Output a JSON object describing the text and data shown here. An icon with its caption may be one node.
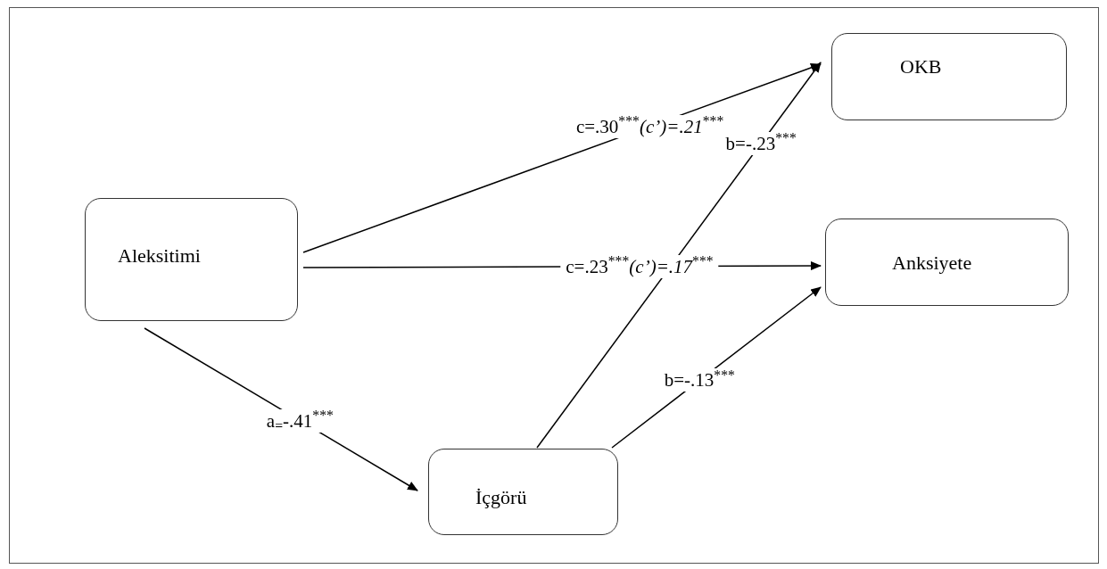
{
  "diagram": {
    "nodes": [
      {
        "text": [
          "OKB"
        ]
      },
      {
        "text": [
          "Aleksitimi"
        ]
      },
      {
        "text": [
          "Anksiyete"
        ]
      },
      {
        "text": [
          "İçgörü"
        ]
      }
    ],
    "edges": [
      {
        "from": 1,
        "to": 0,
        "arrow": "to",
        "label": "c=.30$^{***}$*(c’)=.21*$^{***}$"
      },
      {
        "from": 1,
        "to": 2,
        "arrow": "to",
        "label": "c=.23$^{***}$*(c’)=.17*$^{***}$"
      },
      {
        "from": 1,
        "to": 3,
        "arrow": "to",
        "label": "a$_{=}$-.41$^{***}$"
      },
      {
        "from": 3,
        "to": 0,
        "arrow": "to",
        "label": "b=-.23$^{***}$"
      },
      {
        "from": 3,
        "to": 2,
        "arrow": "to",
        "label": "b=-.13$^{***}$"
      }
    ]
  }
}
